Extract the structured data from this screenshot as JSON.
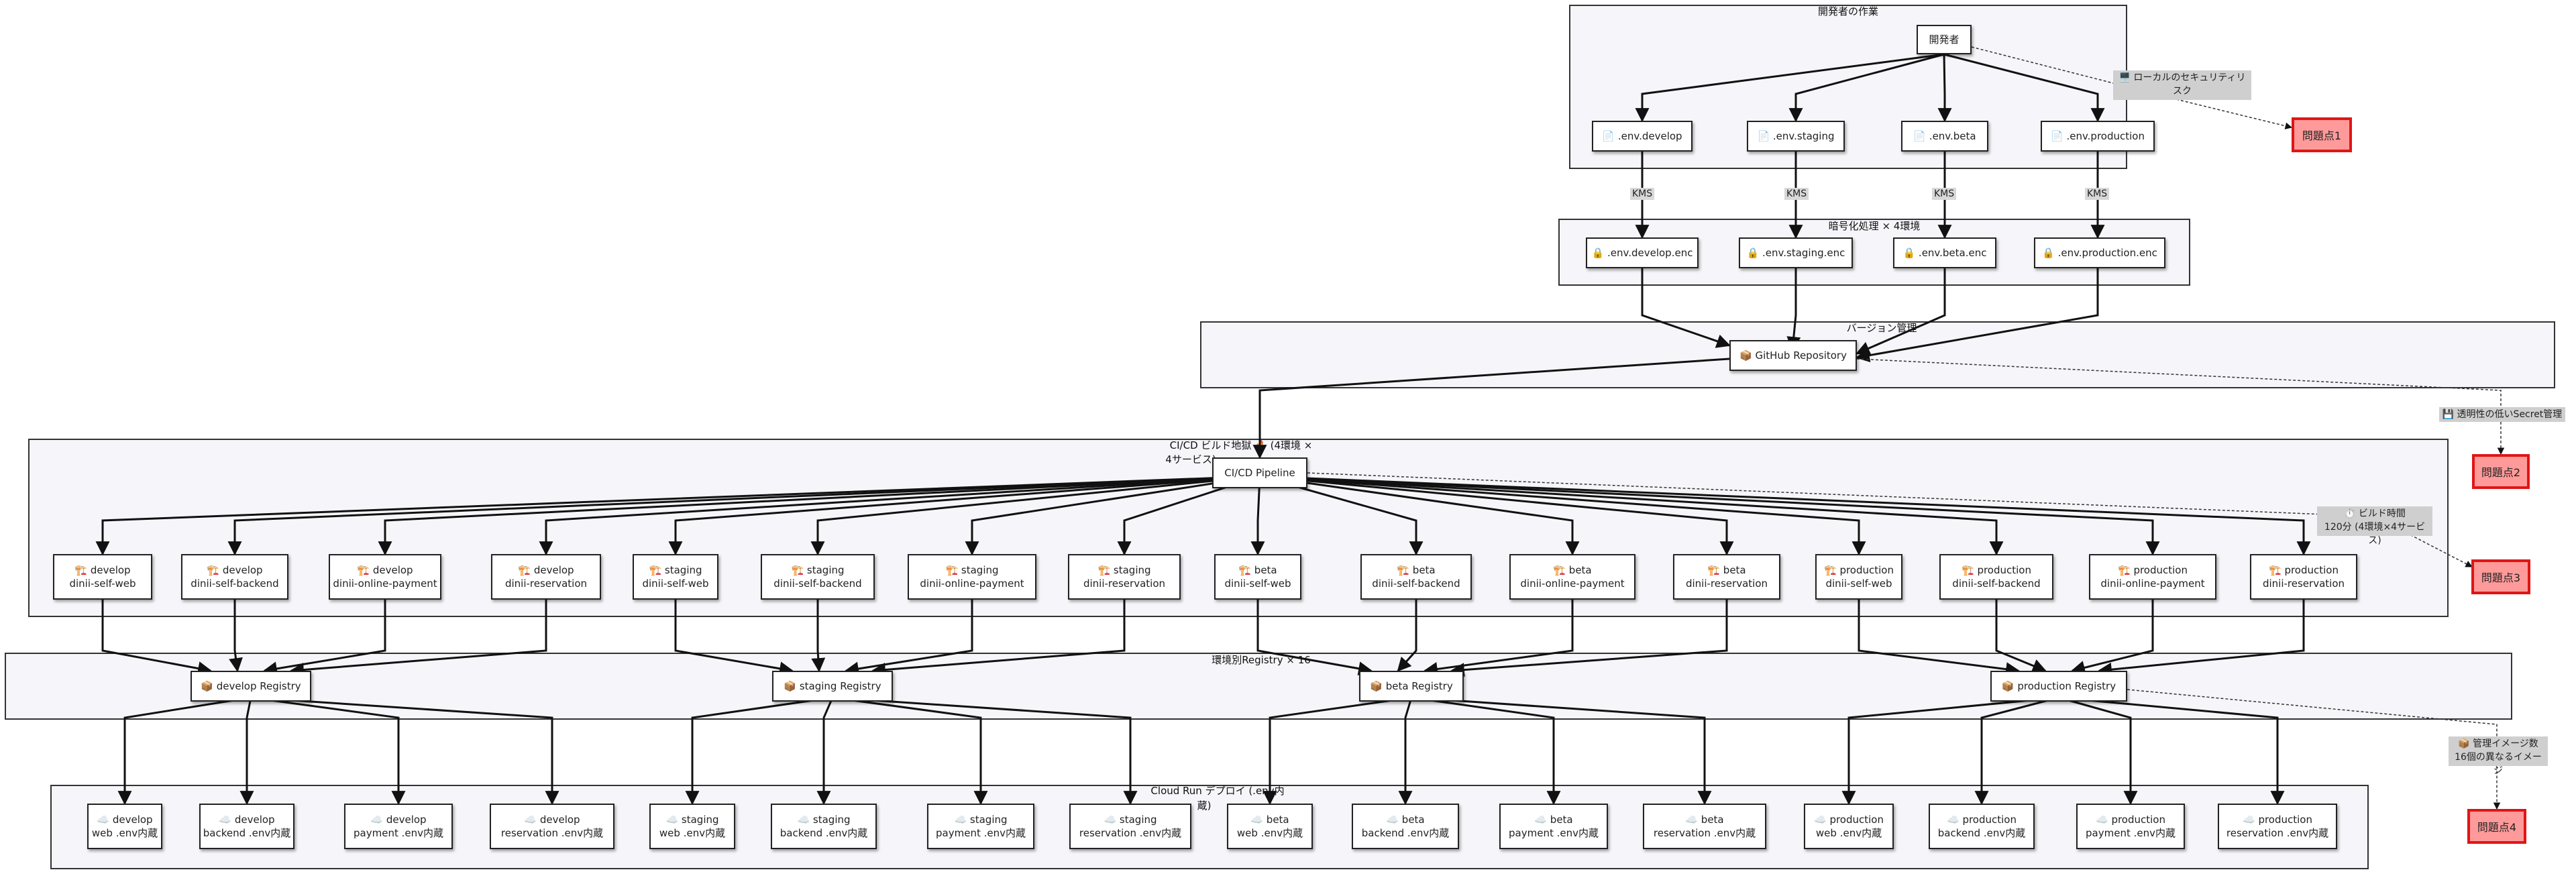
{
  "clusters": {
    "dev": "開発者の作業",
    "enc": "暗号化処理 × 4環境",
    "vcs": "バージョン管理",
    "cicd_line1": "CI/CD ビルド地獄 🔥 (4環境 ×",
    "cicd_line2": "4サービス)",
    "registry": "環境別Registry × 16",
    "cloudrun_line1": "Cloud Run デプロイ (.env内",
    "cloudrun_line2": "蔵)"
  },
  "developer": "開発者",
  "env_files": [
    "📄 .env.develop",
    "📄 .env.staging",
    "📄 .env.beta",
    "📄 .env.production"
  ],
  "kms_label": "KMS",
  "enc_files": [
    "🔒 .env.develop.enc",
    "🔒 .env.staging.enc",
    "🔒 .env.beta.enc",
    "🔒 .env.production.enc"
  ],
  "github": "📦 GitHub Repository",
  "pipeline": "CI/CD Pipeline",
  "builds": [
    [
      "🏗️ develop",
      "dinii-self-web"
    ],
    [
      "🏗️ develop",
      "dinii-self-backend"
    ],
    [
      "🏗️ develop",
      "dinii-online-payment"
    ],
    [
      "🏗️ develop",
      "dinii-reservation"
    ],
    [
      "🏗️ staging",
      "dinii-self-web"
    ],
    [
      "🏗️ staging",
      "dinii-self-backend"
    ],
    [
      "🏗️ staging",
      "dinii-online-payment"
    ],
    [
      "🏗️ staging",
      "dinii-reservation"
    ],
    [
      "🏗️ beta",
      "dinii-self-web"
    ],
    [
      "🏗️ beta",
      "dinii-self-backend"
    ],
    [
      "🏗️ beta",
      "dinii-online-payment"
    ],
    [
      "🏗️ beta",
      "dinii-reservation"
    ],
    [
      "🏗️ production",
      "dinii-self-web"
    ],
    [
      "🏗️ production",
      "dinii-self-backend"
    ],
    [
      "🏗️ production",
      "dinii-online-payment"
    ],
    [
      "🏗️ production",
      "dinii-reservation"
    ]
  ],
  "registries": [
    "📦 develop Registry",
    "📦 staging Registry",
    "📦 beta Registry",
    "📦 production Registry"
  ],
  "deploys": [
    [
      "☁️ develop",
      "web .env内蔵"
    ],
    [
      "☁️ develop",
      "backend .env内蔵"
    ],
    [
      "☁️ develop",
      "payment .env内蔵"
    ],
    [
      "☁️ develop",
      "reservation .env内蔵"
    ],
    [
      "☁️ staging",
      "web .env内蔵"
    ],
    [
      "☁️ staging",
      "backend .env内蔵"
    ],
    [
      "☁️ staging",
      "payment .env内蔵"
    ],
    [
      "☁️ staging",
      "reservation .env内蔵"
    ],
    [
      "☁️ beta",
      "web .env内蔵"
    ],
    [
      "☁️ beta",
      "backend .env内蔵"
    ],
    [
      "☁️ beta",
      "payment .env内蔵"
    ],
    [
      "☁️ beta",
      "reservation .env内蔵"
    ],
    [
      "☁️ production",
      "web .env内蔵"
    ],
    [
      "☁️ production",
      "backend .env内蔵"
    ],
    [
      "☁️ production",
      "payment .env内蔵"
    ],
    [
      "☁️ production",
      "reservation .env内蔵"
    ]
  ],
  "notes": {
    "local_risk_1": "🖥️ ローカルのセキュリティリ",
    "local_risk_2": "スク",
    "secret": "💾 透明性の低いSecret管理",
    "build_time_1": "⏱️ ビルド時間",
    "build_time_2": "120分 (4環境×4サービス)",
    "images_1": "📦 管理イメージ数",
    "images_2": "16個の異なるイメージ"
  },
  "problems": [
    "問題点1",
    "問題点2",
    "問題点3",
    "問題点4"
  ],
  "colors": {
    "problem_fill": "#ff9a9a",
    "problem_border": "#e01515",
    "cluster_fill": "#f6f6fa",
    "note_fill": "#cfcfcf"
  }
}
